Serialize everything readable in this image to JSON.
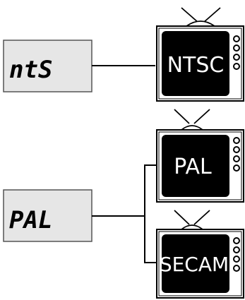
{
  "displays": [
    {
      "text": "ntS"
    },
    {
      "text": "PAL"
    }
  ],
  "tvs": [
    {
      "label": "NTSC"
    },
    {
      "label": "PAL"
    },
    {
      "label": "SECAM"
    }
  ]
}
